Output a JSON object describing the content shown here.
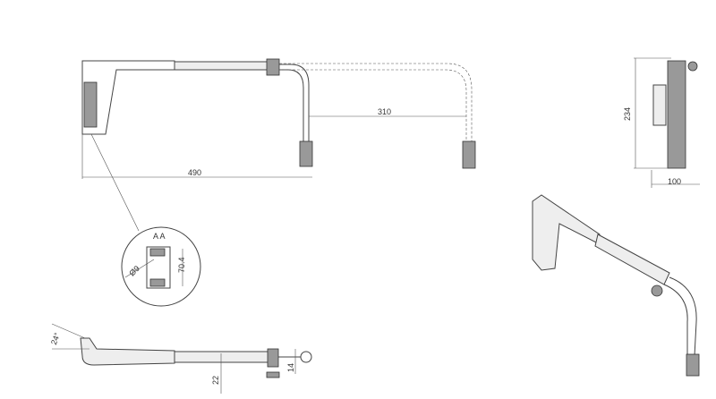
{
  "dimensions": {
    "front_span": "310",
    "front_length": "490",
    "side_height": "234",
    "side_width": "100",
    "detail_section": "A A",
    "detail_diameter": "Ø9",
    "detail_height": "70.4",
    "top_angle": "24°",
    "top_tube_diameter": "22",
    "top_end_diameter": "14"
  }
}
